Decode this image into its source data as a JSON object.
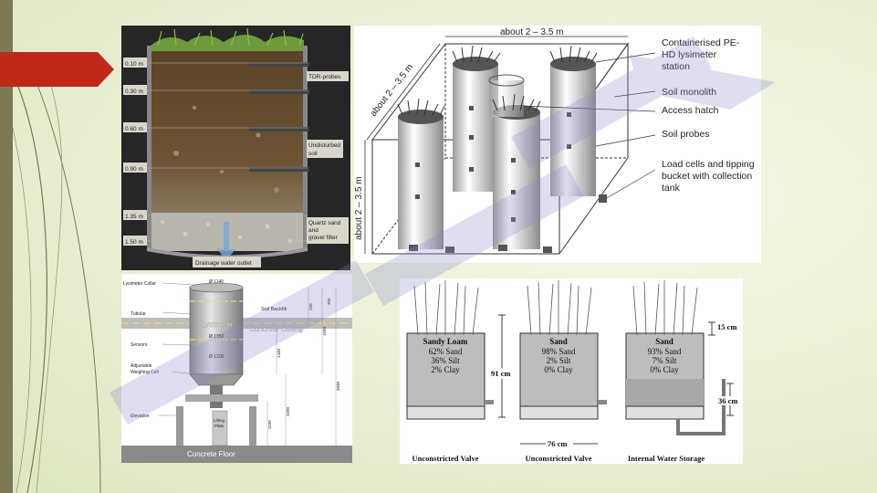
{
  "soil_profile": {
    "depths": [
      "0.10 m",
      "0.30 m",
      "0.60 m",
      "0.90 m",
      "1.35 m",
      "1.50 m"
    ],
    "labels": {
      "tdr": "TDR-probes",
      "undisturbed": [
        "Undisturbed",
        "soil"
      ],
      "quartz": [
        "Quartz sand",
        "and",
        "gravel filter"
      ],
      "outlet": "Drainage water outlet"
    }
  },
  "station": {
    "top_dim": "about 2 – 3.5 m",
    "diag_dim": "about 2 – 3.5 m",
    "side_dim": "about 2 – 3.5 m",
    "callouts": {
      "containerised": [
        "Containerised PE-",
        "HD lysimeter",
        "station"
      ],
      "monolith": "Soil monolith",
      "hatch": "Access hatch",
      "probes": "Soil probes",
      "loadcells": [
        "Load cells and tipping",
        "bucket with collection",
        "tank"
      ]
    }
  },
  "engineering": {
    "labels": {
      "collar": "Lysimeter Collar",
      "tubular": "Tubular",
      "sensors": "Sensors",
      "weighing": [
        "Adjustable",
        "Weighing Cell"
      ],
      "elevation": "Elevation",
      "backfill": "Soil Backfill",
      "ceiling": "Concrete Ceiling",
      "floor": "Concrete Floor",
      "lysimeter": "Lysimeter",
      "plate": [
        "Lifting",
        "Plate"
      ]
    },
    "dims": {
      "d_top": "Ø 1140",
      "d_mid": "Ø 1350",
      "d_bot": "Ø 1200",
      "v1": "1590",
      "v2": "1440",
      "v3": "2200",
      "v4": "1150",
      "v5": "3930",
      "v6": "250",
      "v7": "300"
    }
  },
  "columns": {
    "items": [
      {
        "name": "Sandy Loam",
        "lines": [
          "62% Sand",
          "36% Silt",
          "2% Clay"
        ],
        "caption": "Unconstricted Valve"
      },
      {
        "name": "Sand",
        "lines": [
          "98% Sand",
          "2% Silt",
          "0% Clay"
        ],
        "caption": "Unconstricted Valve"
      },
      {
        "name": "Sand",
        "lines": [
          "93% Sand",
          "7% Silt",
          "0% Clay"
        ],
        "caption": "Internal Water Storage"
      }
    ],
    "dim_height": "91 cm",
    "dim_width": "76 cm",
    "dim_top": "15 cm",
    "dim_storage": "36 cm"
  },
  "colors": {
    "accent_arrow": "#c0281a",
    "left_bar": "#7b7a52",
    "watermark": "#8a8ac8"
  }
}
